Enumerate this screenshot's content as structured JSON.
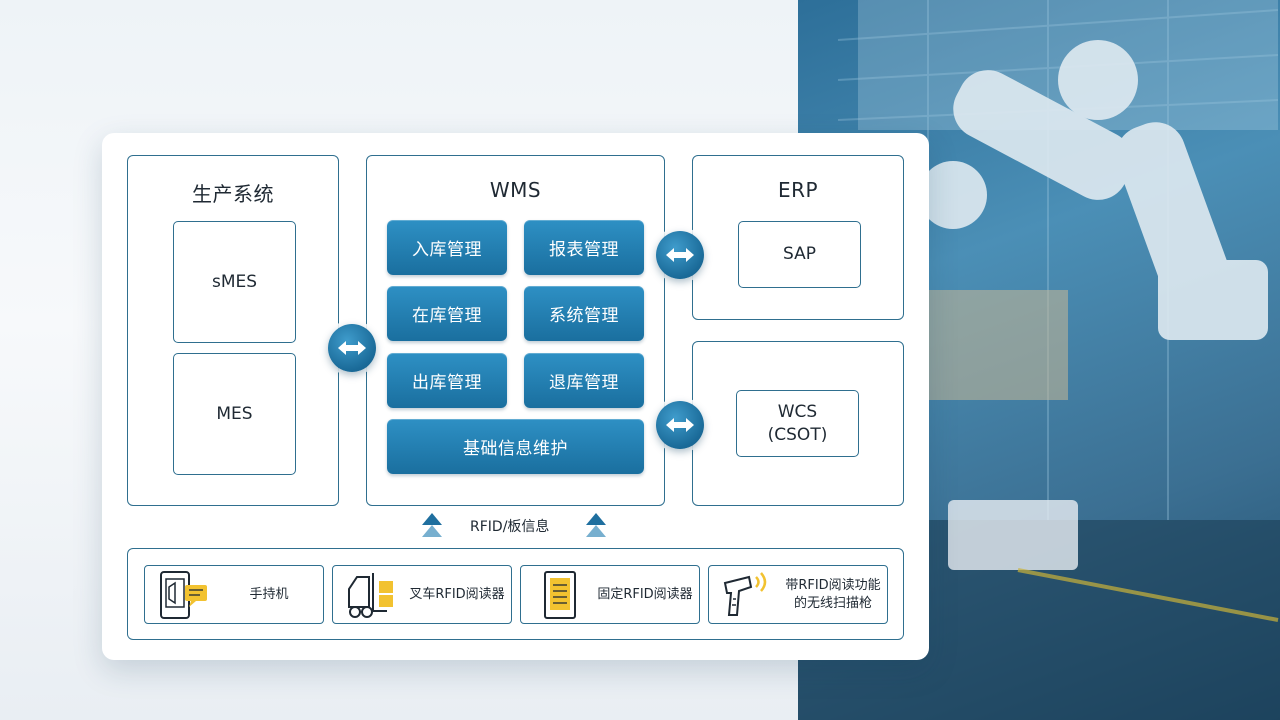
{
  "production": {
    "title": "生产系统",
    "items": [
      "sMES",
      "MES"
    ]
  },
  "wms": {
    "title": "WMS",
    "modules": [
      "入库管理",
      "报表管理",
      "在库管理",
      "系统管理",
      "出库管理",
      "退库管理"
    ],
    "wide_module": "基础信息维护"
  },
  "erp": {
    "title": "ERP",
    "item": "SAP"
  },
  "wcs": {
    "line1": "WCS",
    "line2": "(CSOT)"
  },
  "rfid_label": "RFID/板信息",
  "devices": [
    {
      "label": "手持机",
      "icon": "handheld-icon"
    },
    {
      "label": "叉车RFID阅读器",
      "icon": "forklift-icon"
    },
    {
      "label": "固定RFID阅读器",
      "icon": "fixed-reader-icon"
    },
    {
      "label_line1": "带RFID阅读功能",
      "label_line2": "的无线扫描枪",
      "icon": "scanner-gun-icon"
    }
  ],
  "colors": {
    "accent": "#1f6f9f",
    "border": "#2f6f8f",
    "highlight": "#f2c230"
  }
}
